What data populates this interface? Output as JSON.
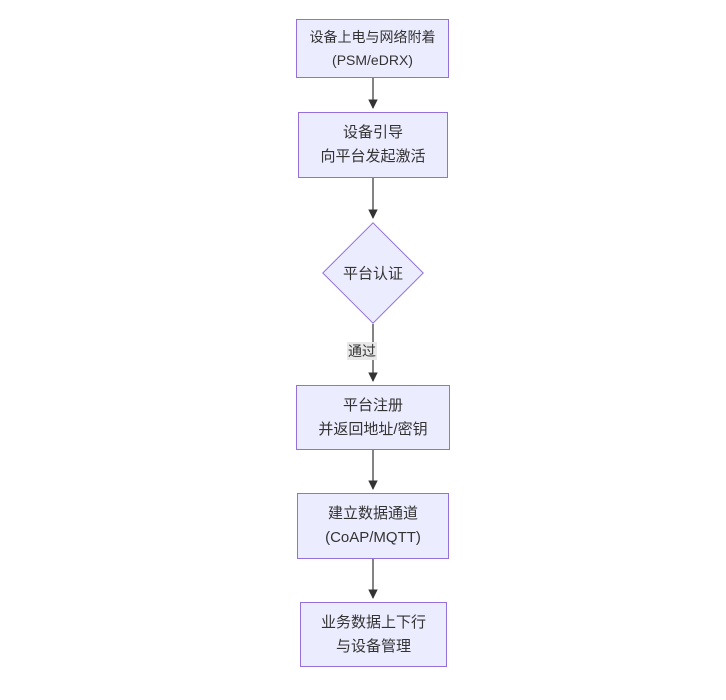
{
  "diagram": {
    "type": "flowchart",
    "direction": "top-down",
    "nodes": [
      {
        "id": "power-attach",
        "shape": "rect",
        "line1": "设备上电与网络附着",
        "line2": "(PSM/eDRX)"
      },
      {
        "id": "bootstrap",
        "shape": "rect",
        "line1": "设备引导",
        "line2": "向平台发起激活"
      },
      {
        "id": "platform-auth",
        "shape": "diamond",
        "line1": "平台认证",
        "line2": ""
      },
      {
        "id": "platform-register",
        "shape": "rect",
        "line1": "平台注册",
        "line2": "并返回地址/密钥"
      },
      {
        "id": "data-channel",
        "shape": "rect",
        "line1": "建立数据通道",
        "line2": "(CoAP/MQTT)"
      },
      {
        "id": "business-data",
        "shape": "rect",
        "line1": "业务数据上下行",
        "line2": "与设备管理"
      }
    ],
    "edges": [
      {
        "from": "power-attach",
        "to": "bootstrap",
        "label": ""
      },
      {
        "from": "bootstrap",
        "to": "platform-auth",
        "label": ""
      },
      {
        "from": "platform-auth",
        "to": "platform-register",
        "label": "通过"
      },
      {
        "from": "platform-register",
        "to": "data-channel",
        "label": ""
      },
      {
        "from": "data-channel",
        "to": "business-data",
        "label": ""
      }
    ],
    "colors": {
      "node_fill": "#ECECFF",
      "node_border": "#9370DB",
      "edge_color": "#333333",
      "edge_label_bg": "#e8e8e8",
      "text_color": "#333333",
      "bg_color": "#ffffff"
    }
  }
}
